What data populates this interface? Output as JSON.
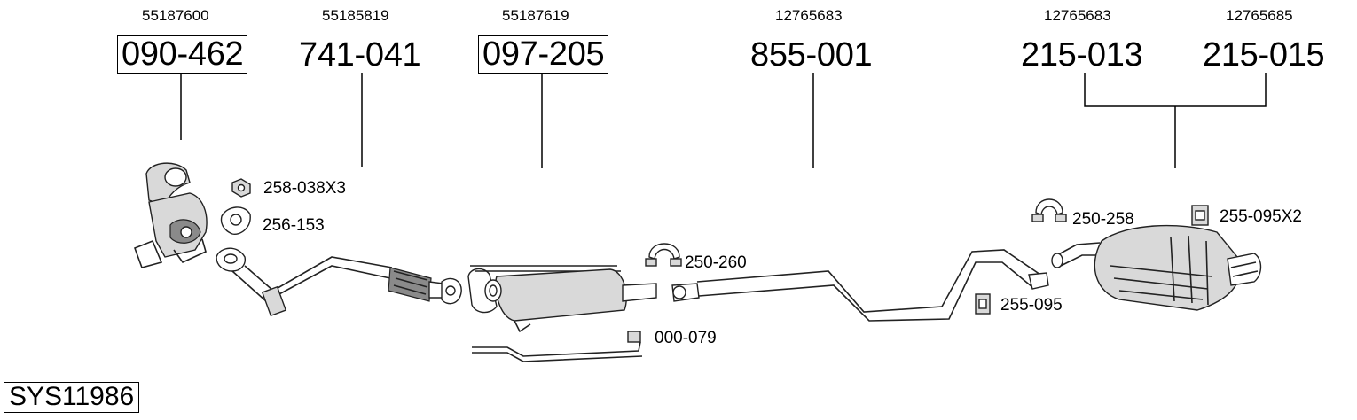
{
  "oem_numbers": {
    "a": "55187600",
    "b": "55185819",
    "c": "55187619",
    "d": "12765683",
    "e": "12765683",
    "f": "12765685"
  },
  "part_numbers": {
    "a": "090-462",
    "b": "741-041",
    "c": "097-205",
    "d": "855-001",
    "e": "215-013",
    "f": "215-015"
  },
  "accessories": {
    "nut": "258-038X3",
    "gasket": "256-153",
    "clamp_front": "250-260",
    "sensor_pipe": "000-079",
    "clamp_rear": "250-258",
    "mount_rear": "255-095X2",
    "mount_mid": "255-095"
  },
  "system_id": "SYS11986"
}
